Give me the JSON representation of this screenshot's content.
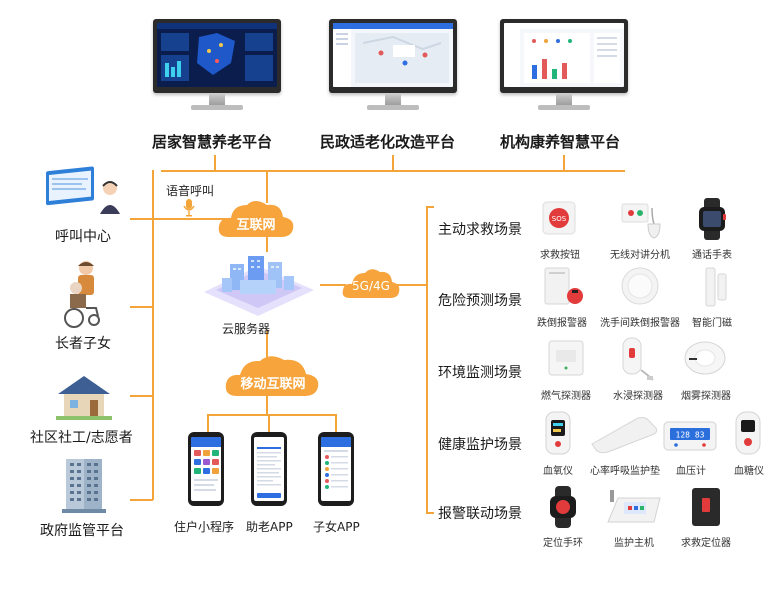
{
  "platforms": [
    {
      "label": "居家智慧养老平台"
    },
    {
      "label": "民政适老化改造平台"
    },
    {
      "label": "机构康养智慧平台"
    }
  ],
  "left_nodes": [
    {
      "label": "呼叫中心"
    },
    {
      "label": "长者子女"
    },
    {
      "label": "社区社工/志愿者"
    },
    {
      "label": "政府监管平台"
    }
  ],
  "voice_call": "语音呼叫",
  "internet": "互联网",
  "mobile_internet": "移动互联网",
  "network_5g": "5G/4G",
  "cloud_server": "云服务器",
  "apps": [
    {
      "label": "住户小程序"
    },
    {
      "label": "助老APP"
    },
    {
      "label": "子女APP"
    }
  ],
  "scenes": [
    {
      "label": "主动求救场景",
      "devices": [
        "求救按钮",
        "无线对讲分机",
        "通话手表"
      ]
    },
    {
      "label": "危险预测场景",
      "devices": [
        "跌倒报警器",
        "洗手间跌倒报警器",
        "智能门磁"
      ]
    },
    {
      "label": "环境监测场景",
      "devices": [
        "燃气探测器",
        "水浸探测器",
        "烟雾探测器"
      ]
    },
    {
      "label": "健康监护场景",
      "devices": [
        "血氧仪",
        "心率呼吸监护垫",
        "血压计",
        "血糖仪"
      ]
    },
    {
      "label": "报警联动场景",
      "devices": [
        "定位手环",
        "监护主机",
        "求救定位器"
      ]
    }
  ],
  "colors": {
    "accent": "#f4a53a",
    "cloud": "#f6a43b"
  }
}
